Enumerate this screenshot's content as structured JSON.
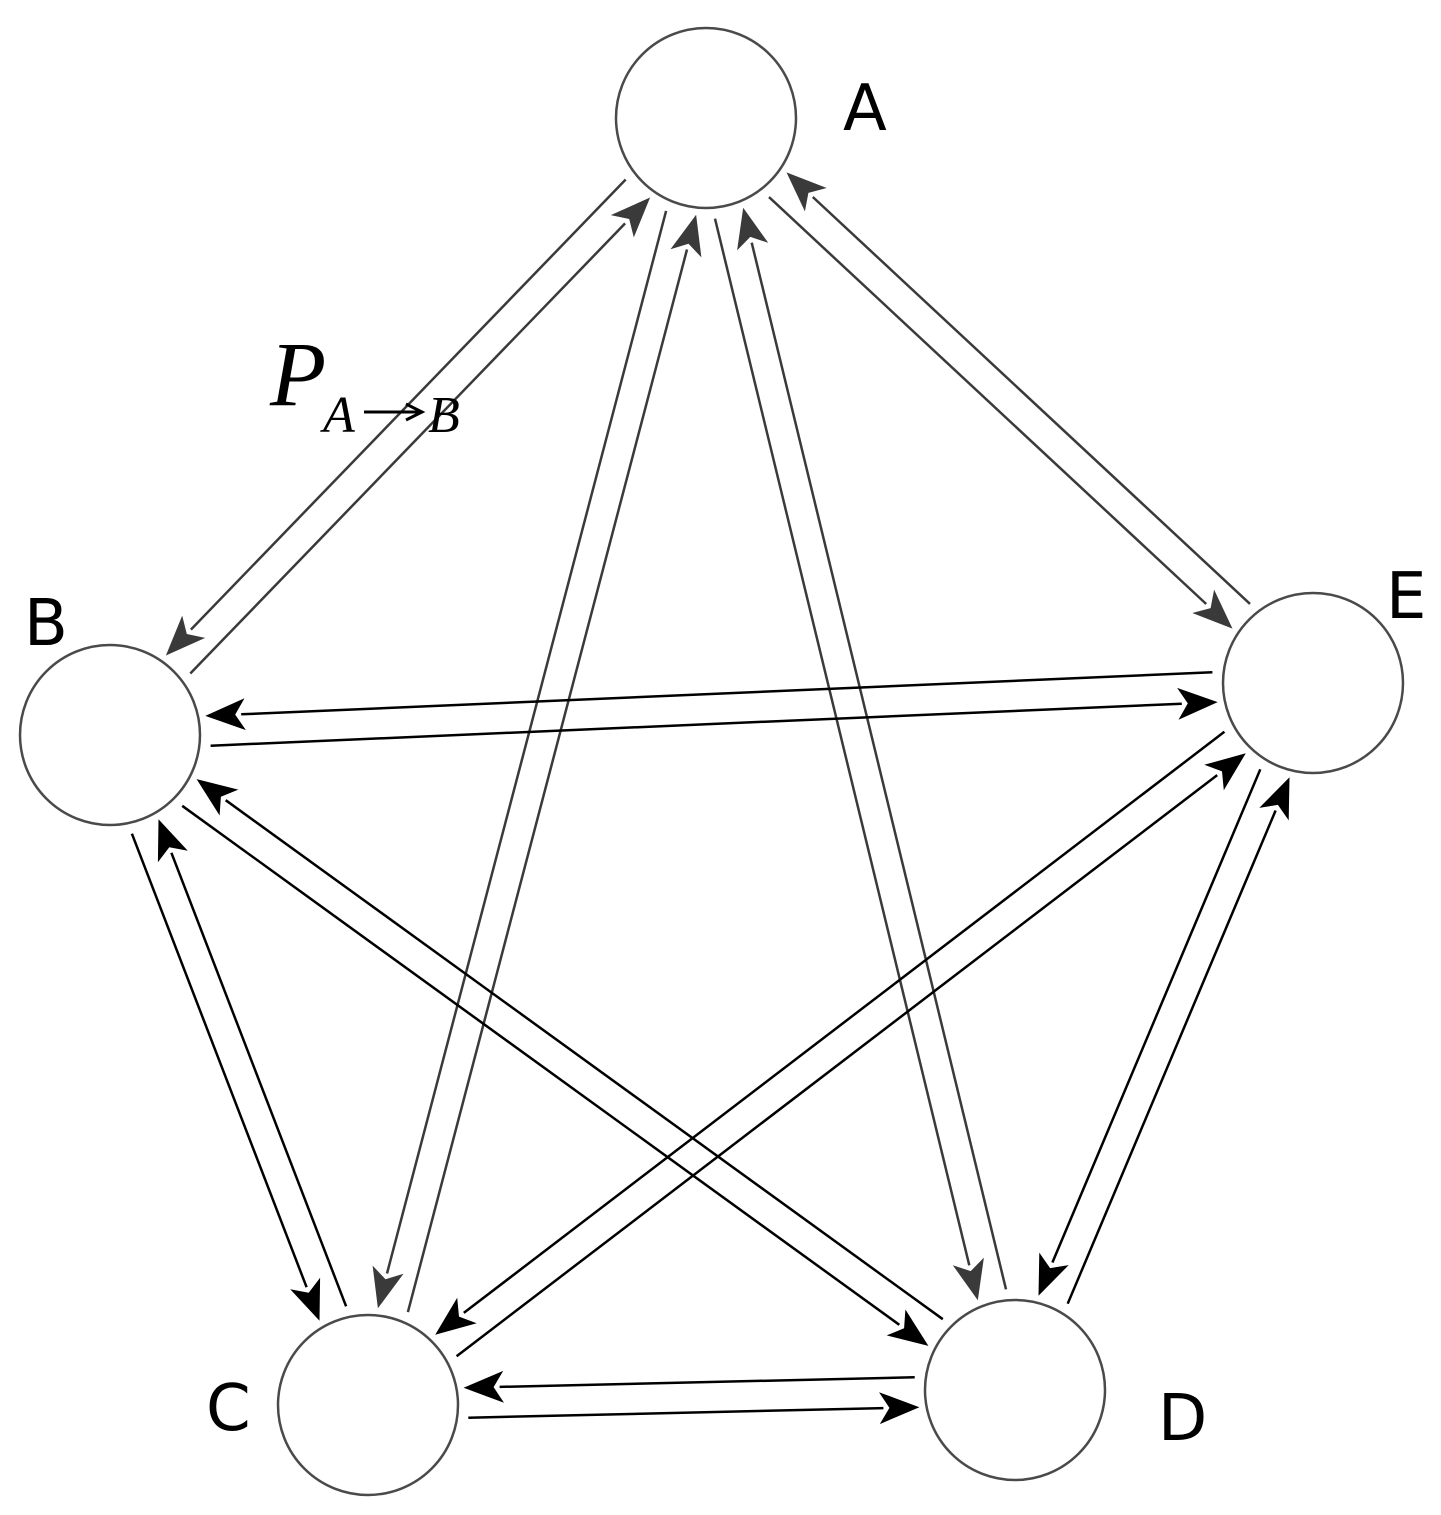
{
  "nodes": [
    {
      "id": "A",
      "label": "A"
    },
    {
      "id": "B",
      "label": "B"
    },
    {
      "id": "C",
      "label": "C"
    },
    {
      "id": "D",
      "label": "D"
    },
    {
      "id": "E",
      "label": "E"
    }
  ],
  "edges": [
    {
      "from": "A",
      "to": "B"
    },
    {
      "from": "B",
      "to": "A"
    },
    {
      "from": "A",
      "to": "C"
    },
    {
      "from": "C",
      "to": "A"
    },
    {
      "from": "A",
      "to": "D"
    },
    {
      "from": "D",
      "to": "A"
    },
    {
      "from": "A",
      "to": "E"
    },
    {
      "from": "E",
      "to": "A"
    },
    {
      "from": "B",
      "to": "C"
    },
    {
      "from": "C",
      "to": "B"
    },
    {
      "from": "B",
      "to": "D"
    },
    {
      "from": "D",
      "to": "B"
    },
    {
      "from": "B",
      "to": "E"
    },
    {
      "from": "E",
      "to": "B"
    },
    {
      "from": "C",
      "to": "D"
    },
    {
      "from": "D",
      "to": "C"
    },
    {
      "from": "C",
      "to": "E"
    },
    {
      "from": "E",
      "to": "C"
    },
    {
      "from": "D",
      "to": "E"
    },
    {
      "from": "E",
      "to": "D"
    }
  ],
  "annotation": {
    "main": "P",
    "sub_from": "A",
    "sub_to": "B"
  },
  "colors": {
    "stroke_black": "#000000",
    "stroke_gray": "#3a3a3a",
    "circle_stroke": "#4a4a4a"
  }
}
